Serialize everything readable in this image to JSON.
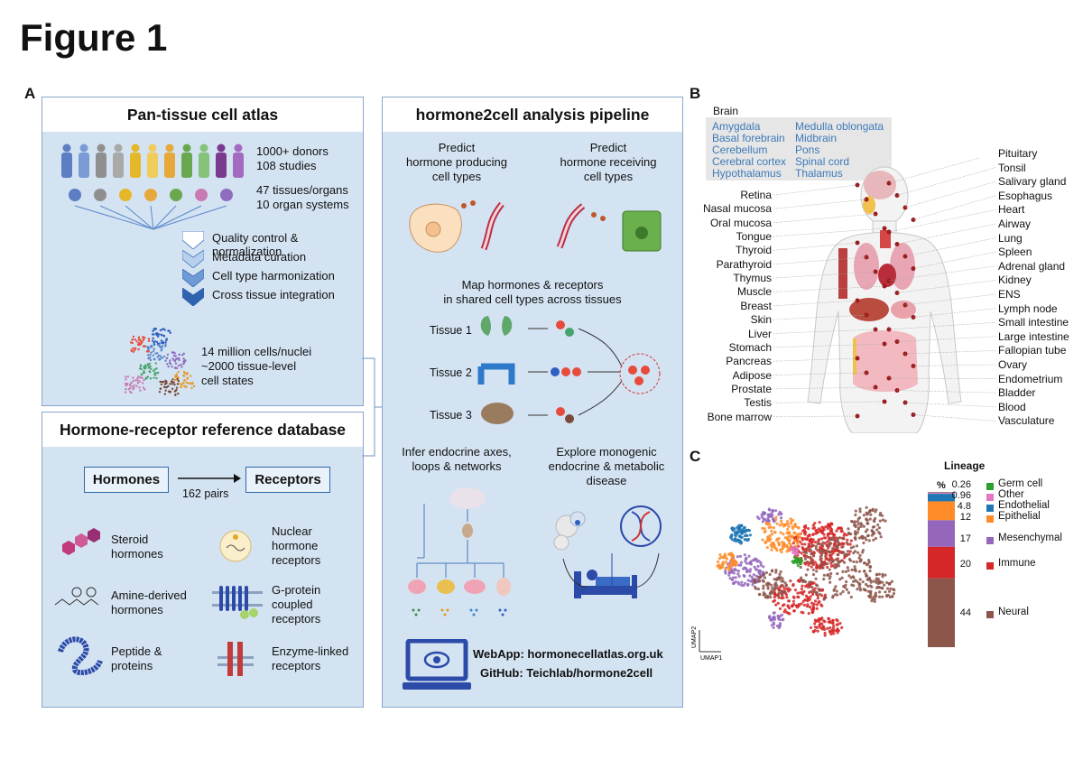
{
  "figure_title": "Figure 1",
  "panels": {
    "a": "A",
    "b": "B",
    "c": "C"
  },
  "atlas": {
    "title": "Pan-tissue cell atlas",
    "stats1": [
      "1000+ donors",
      "108 studies"
    ],
    "stats2": [
      "47 tissues/organs",
      "10 organ systems"
    ],
    "steps": [
      "Quality control & normalization",
      "Metadata curation",
      "Cell type harmonization",
      "Cross tissue integration"
    ],
    "cells": [
      "14 million cells/nuclei",
      "~2000 tissue-level",
      "cell states"
    ]
  },
  "database": {
    "title": "Hormone-receptor reference database",
    "hormones": "Hormones",
    "receptors": "Receptors",
    "pairs": "162 pairs",
    "left_items": [
      [
        "Steroid",
        "hormones"
      ],
      [
        "Amine-derived",
        "hormones"
      ],
      [
        "Peptide &",
        "proteins"
      ]
    ],
    "right_items": [
      [
        "Nuclear",
        "hormone",
        "receptors"
      ],
      [
        "G-protein",
        "coupled",
        "receptors"
      ],
      [
        "Enzyme-linked",
        "receptors"
      ]
    ]
  },
  "pipeline": {
    "title": "hormone2cell analysis pipeline",
    "predict_left": [
      "Predict",
      "hormone producing",
      "cell types"
    ],
    "predict_right": [
      "Predict",
      "hormone receiving",
      "cell types"
    ],
    "map": [
      "Map hormones & receptors",
      "in shared cell types across tissues"
    ],
    "tissues": [
      "Tissue 1",
      "Tissue 2",
      "Tissue 3"
    ],
    "infer": [
      "Infer endocrine axes,",
      "loops & networks"
    ],
    "explore": [
      "Explore monogenic",
      "endocrine & metabolic",
      "disease"
    ],
    "webapp": "WebApp: hormonecellatlas.org.uk",
    "github": "GitHub: Teichlab/hormone2cell"
  },
  "body_map": {
    "brain_title": "Brain",
    "brain_col1": [
      "Amygdala",
      "Basal forebrain",
      "Cerebellum",
      "Cerebral cortex",
      "Hypothalamus"
    ],
    "brain_col2": [
      "Medulla oblongata",
      "Midbrain",
      "Pons",
      "Spinal cord",
      "Thalamus"
    ],
    "left_tissues": [
      "Retina",
      "Nasal mucosa",
      "Oral mucosa",
      "Tongue",
      "Thyroid",
      "Parathyroid",
      "Thymus",
      "Muscle",
      "Breast",
      "Skin",
      "Liver",
      "Stomach",
      "Pancreas",
      "Adipose",
      "Prostate",
      "Testis",
      "Bone marrow"
    ],
    "right_tissues": [
      "Pituitary",
      "Tonsil",
      "Salivary gland",
      "Esophagus",
      "Heart",
      "Airway",
      "Lung",
      "Spleen",
      "Adrenal gland",
      "Kidney",
      "ENS",
      "Lymph node",
      "Small intestine",
      "Large intestine",
      "Fallopian tube",
      "Ovary",
      "Endometrium",
      "Bladder",
      "Blood",
      "Vasculature"
    ]
  },
  "umap": {
    "axis_x": "UMAP1",
    "axis_y": "UMAP2"
  },
  "chart_data": {
    "type": "bar",
    "title": "Lineage",
    "ylabel": "%",
    "stacked": true,
    "categories": [
      "Germ cell",
      "Other",
      "Endothelial",
      "Epithelial",
      "Mesenchymal",
      "Immune",
      "Neural"
    ],
    "values": [
      0.26,
      0.96,
      4.8,
      12,
      17,
      20,
      44
    ],
    "value_labels": [
      "0.26",
      "0.96",
      "4.8",
      "12",
      "17",
      "20",
      "44"
    ],
    "colors": [
      "#2ca02c",
      "#e377c2",
      "#1f77b4",
      "#ff8c28",
      "#9467bd",
      "#d62728",
      "#8c564b"
    ],
    "ylim": [
      0,
      100
    ]
  }
}
